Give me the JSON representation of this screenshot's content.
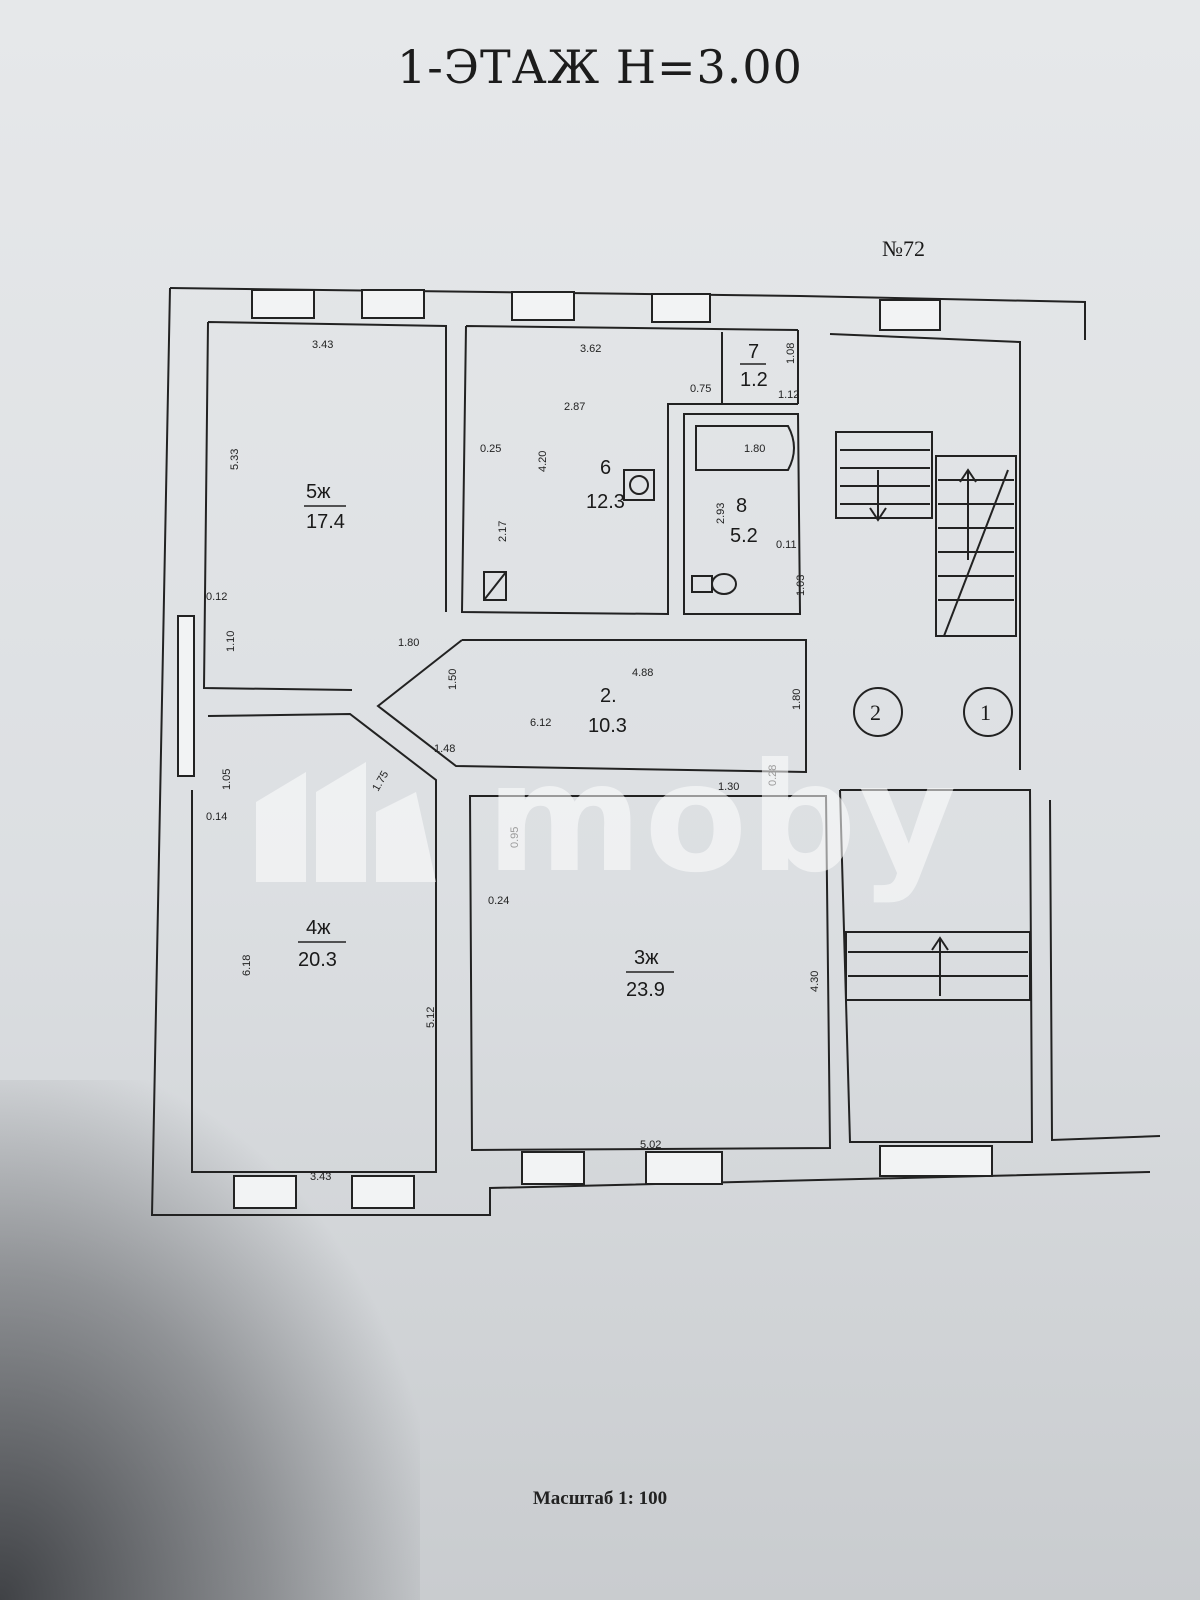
{
  "title": "1-ЭТАЖ Н=3.00",
  "building_number": "№72",
  "scale": "Масштаб 1: 100",
  "watermark": "moby",
  "rooms": [
    {
      "id": "5ж",
      "area": "17.4"
    },
    {
      "id": "6",
      "area": "12.3"
    },
    {
      "id": "7",
      "area": "1.2"
    },
    {
      "id": "8",
      "area": "5.2"
    },
    {
      "id": "2.",
      "area": "10.3"
    },
    {
      "id": "4ж",
      "area": "20.3"
    },
    {
      "id": "3ж",
      "area": "23.9"
    }
  ],
  "circle_markers": [
    "2",
    "1"
  ],
  "dimensions": {
    "r5_width": "3.43",
    "r5_height": "5.33",
    "r5_wall": "0.12",
    "r5_door": "1.10",
    "r6_width": "3.62",
    "r6_depth": "2.87",
    "r6_height": "4.20",
    "r6_wall": "0.25",
    "r6_side": "2.17",
    "r7_width": "0.75",
    "r7_height": "1.08",
    "r7_side": "1.12",
    "r8_bath": "1.80",
    "r8_height": "2.93",
    "r8_wall": "0.11",
    "r8_door": "1.03",
    "hall_width": "4.88",
    "hall_left": "6.12",
    "hall_door": "1.80",
    "hall_bottom": "1.30",
    "hall_wall": "0.28",
    "diag_1": "1.80",
    "diag_2": "1.50",
    "diag_3": "1.48",
    "diag_4": "1.75",
    "r4_width": "3.43",
    "r4_height": "6.18",
    "r4_inner": "5.12",
    "r4_top": "1.05",
    "r4_wall": "0.14",
    "r3_width": "5.02",
    "r3_height": "4.30",
    "r3_wall": "0.24",
    "r3_door": "0.95"
  }
}
